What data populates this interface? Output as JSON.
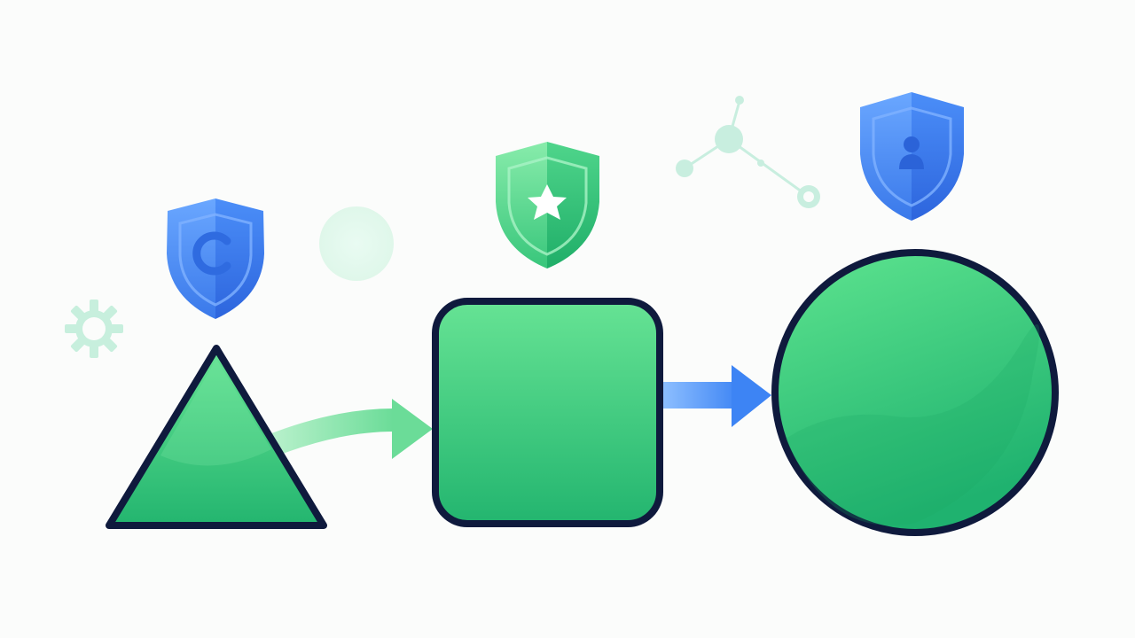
{
  "diagram": {
    "type": "process-flow",
    "steps": [
      {
        "shape": "triangle",
        "badge": "shield-c-icon",
        "badge_color": "blue"
      },
      {
        "shape": "rounded-square",
        "badge": "shield-star-icon",
        "badge_color": "green"
      },
      {
        "shape": "circle",
        "badge": "shield-person-icon",
        "badge_color": "blue"
      }
    ],
    "connectors": [
      {
        "from": "triangle",
        "to": "rounded-square",
        "style": "curved-arrow",
        "color": "light-green"
      },
      {
        "from": "rounded-square",
        "to": "circle",
        "style": "straight-arrow",
        "color": "blue"
      }
    ],
    "decorations": [
      "gear-icon",
      "soft-circle",
      "network-node-icon"
    ]
  },
  "colors": {
    "background": "#fbfcfb",
    "shape_fill_light": "#5fe08f",
    "shape_fill_dark": "#24b870",
    "outline": "#0f1a3d",
    "blue_shield": "#3f86f2",
    "green_shield": "#3ec77b",
    "arrow_blue": "#3f86f2",
    "arrow_green": "#76e0a1",
    "decor_mint": "#bfeedd"
  }
}
